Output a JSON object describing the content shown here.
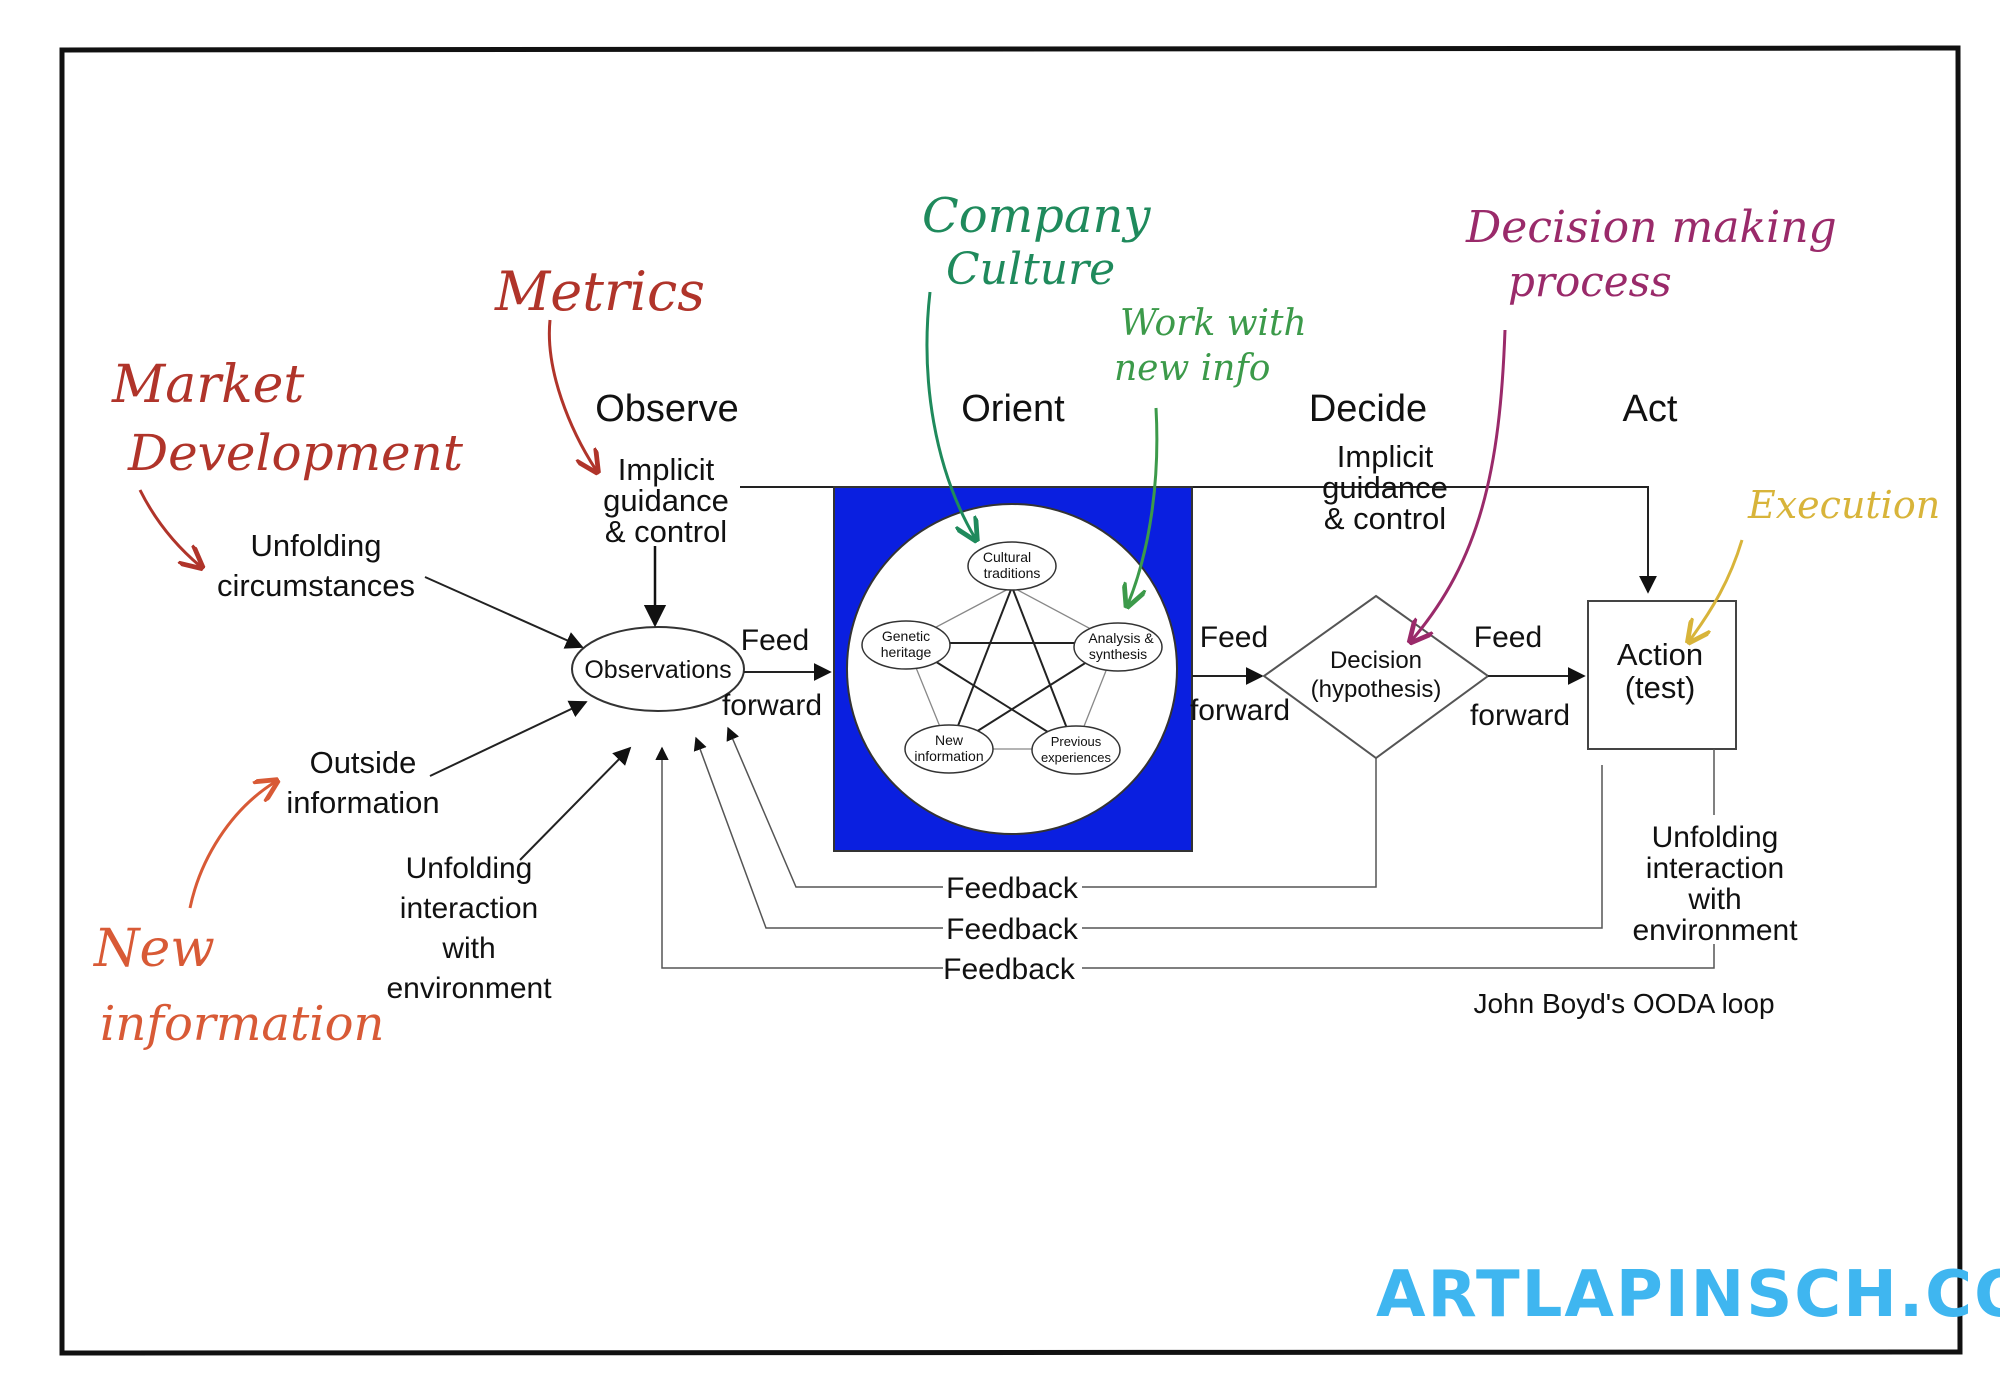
{
  "diagram": {
    "phases": {
      "observe": "Observe",
      "orient": "Orient",
      "decide": "Decide",
      "act": "Act"
    },
    "observe": {
      "implicit": [
        "Implicit",
        "guidance",
        "& control"
      ],
      "unfolding_circumstances": [
        "Unfolding",
        "circumstances"
      ],
      "outside_information": [
        "Outside",
        "information"
      ],
      "unfolding_interaction": [
        "Unfolding",
        "interaction",
        "with",
        "environment"
      ],
      "observations": "Observations"
    },
    "feed_forward": {
      "feed": "Feed",
      "forward": "forward"
    },
    "orient": {
      "cultural": [
        "Cultural",
        "traditions"
      ],
      "genetic": [
        "Genetic",
        "heritage"
      ],
      "analysis": [
        "Analysis &",
        "synthesis"
      ],
      "new_info": [
        "New",
        "information"
      ],
      "previous": [
        "Previous",
        "experiences"
      ],
      "fill_color": "#0a1fe0"
    },
    "decide": {
      "implicit": [
        "Implicit",
        "guidance",
        "& control"
      ],
      "decision": [
        "Decision",
        "(hypothesis)"
      ]
    },
    "act": {
      "action": [
        "Action",
        "(test)"
      ],
      "unfolding_interaction": [
        "Unfolding",
        "interaction",
        "with",
        "environment"
      ]
    },
    "feedback": "Feedback",
    "caption": "John Boyd's OODA loop"
  },
  "annotations": {
    "market_development": [
      "Market",
      "Development"
    ],
    "metrics": "Metrics",
    "company_culture": [
      "Company",
      "Culture"
    ],
    "work_with_new_info": [
      "Work with",
      "new info"
    ],
    "decision_making_process": [
      "Decision making",
      "process"
    ],
    "execution": "Execution",
    "new_information": [
      "New",
      "information"
    ],
    "colors": {
      "red": "#b0342a",
      "orange": "#d85a36",
      "green": "#1f8a5c",
      "purple": "#9a2a6a",
      "yellow": "#d8b43a",
      "blue": "#3fb6f0"
    }
  },
  "watermark": "ARTLAPINSCH.COM"
}
